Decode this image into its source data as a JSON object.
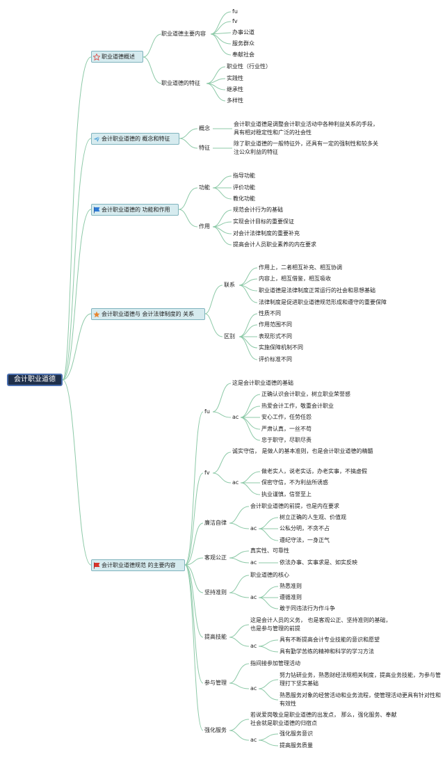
{
  "root": "会计职业道德",
  "sections": [
    {
      "title": "职业道德概述",
      "icon": "star-outline-icon",
      "n1": "职业道德主要内容",
      "n1_items": [
        "fu",
        "fv",
        "办事公道",
        "服务群众",
        "奉献社会"
      ],
      "n2": "职业道德的特征",
      "n2_items": [
        "职业性（行业性）",
        "实践性",
        "继承性",
        "多样性"
      ]
    },
    {
      "title": "会计职业道德的 概念和特征",
      "icon": "paper-plane-icon",
      "concept": "概念",
      "concept_text": "会计职业道德是调整会计职业活动中各种利益关系的手段，  具有相对稳定性和广泛的社会性",
      "feature": "特征",
      "feature_text": "除了职业道德的一般特征外，还具有一定的强制性和较多关注公众利益的特征"
    },
    {
      "title": "会计职业道德的 功能和作用",
      "icon": "blue-flag-icon",
      "function": "功能",
      "function_items": [
        "指导功能",
        "评价功能",
        "教化功能"
      ],
      "role": "作用",
      "role_items": [
        "规范会计行为的基础",
        "实现会计目标的重要保证",
        "对会计法律制度的重要补充",
        "提高会计人员职业素养的内在要求"
      ]
    },
    {
      "title": "会计职业道德与 会计法律制度的 关系",
      "icon": "orange-star-icon",
      "link": "联系",
      "link_items": [
        "作用上，二者相互补充、相互协调",
        "内容上，相互借鉴，相互吸收",
        "职业道德是法律制度正常运行的社会和思想基础",
        "法律制度是促进职业道德规范形成和遵守的重要保障"
      ],
      "diff": "区别",
      "diff_items": [
        "性质不同",
        "作用范围不同",
        "表现形式不同",
        "实施保障机制不同",
        "评价标准不同"
      ]
    },
    {
      "title": "会计职业道德规范 的主要内容",
      "icon": "red-flag-icon",
      "fu": {
        "label": "fu",
        "text": "这是会计职业道德的基础",
        "ac": "ac",
        "ac_items": [
          "正确认识会计职业，树立职业荣誉感",
          "热爱会计工作，敬重会计职业",
          "安心工作，任劳任怨",
          "严肃认真，一丝不苟",
          "忠于职守，尽职尽责"
        ]
      },
      "fv": {
        "label": "fv",
        "text": "诚实守信，  是做人的基本准则，也是会计职业道德的精髓",
        "ac": "ac",
        "ac_items": [
          "做老实人，说老实话，办老实事，不搞虚假",
          "保密守信，不为利益所诱惑",
          "执业谨慎，信誉至上"
        ]
      },
      "lianjie": {
        "label": "廉洁自律",
        "text": "会计职业道德的前提，也是内在要求",
        "ac": "ac",
        "ac_items": [
          "树立正确的人生观、价值观",
          "公私分明，不贪不占",
          "遵纪守法，一身正气"
        ]
      },
      "keguan": {
        "label": "客观公正",
        "text": "真实性、可靠性",
        "ac": "ac",
        "ac_items": [
          "依法办事、实事求是、如实反映"
        ]
      },
      "jianchi": {
        "label": "坚持准则",
        "text": "职业道德的核心",
        "ac": "ac",
        "ac_items": [
          "熟悉准则",
          "遵循准则",
          "敢于同违法行为作斗争"
        ]
      },
      "tigao": {
        "label": "提高技能",
        "text": "这是会计人员的义务，  也是客观公正、坚持准则的基础，  也是参与管理的前提",
        "ac": "ac",
        "ac_items": [
          "具有不断提高会计专业技能的意识和愿望",
          "具有勤学苦练的精神和科学的学习方法"
        ]
      },
      "canyu": {
        "label": "参与管理",
        "text": "指间接参加管理活动",
        "ac": "ac",
        "ac_items": [
          "努力钻研业务，熟悉财经法规相关制度，提高业务技能，为参与管理打下坚实基础",
          "熟悉服务对象的经营活动和业务流程，使管理活动更具有针对性和有效性"
        ]
      },
      "qianghua": {
        "label": "强化服务",
        "text": "若说爱岗敬业是职业道德的出发点，  那么，强化服务、奉献社会就是职业道德的归宿点",
        "ac": "ac",
        "ac_items": [
          "强化服务意识",
          "提高服务质量"
        ]
      }
    }
  ],
  "colors": {
    "line": "#8cc9a7",
    "box_fill": "#d6ebef",
    "box_border": "#7fb3bd",
    "root_fill": "#1f2f4a"
  }
}
